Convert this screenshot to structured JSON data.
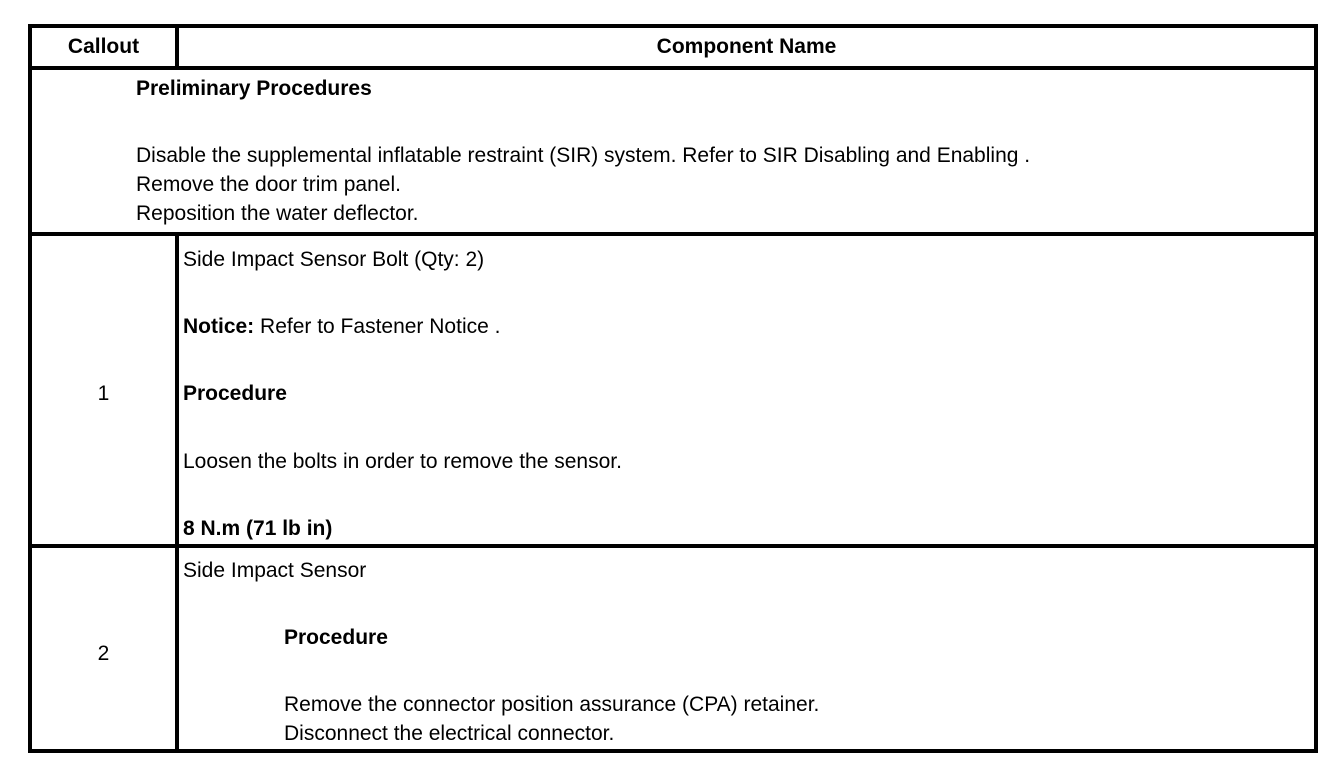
{
  "table": {
    "headers": {
      "callout": "Callout",
      "component_name": "Component Name"
    },
    "preliminary": {
      "title": "Preliminary Procedures",
      "steps": [
        "Disable the supplemental inflatable restraint (SIR) system. Refer to SIR Disabling and Enabling .",
        "Remove the door trim panel.",
        "Reposition the water deflector."
      ]
    },
    "rows": [
      {
        "callout": "1",
        "name": "Side Impact Sensor Bolt (Qty: 2)",
        "notice_label": "Notice:",
        "notice_text": " Refer to Fastener Notice .",
        "procedure_label": "Procedure",
        "procedure_step": "Loosen the bolts in order to remove the sensor.",
        "torque": "8 N.m (71 lb in)"
      },
      {
        "callout": "2",
        "name": "Side Impact Sensor",
        "procedure_label": "Procedure",
        "steps": [
          "Remove the connector position assurance (CPA) retainer.",
          "Disconnect the electrical connector."
        ]
      }
    ]
  }
}
